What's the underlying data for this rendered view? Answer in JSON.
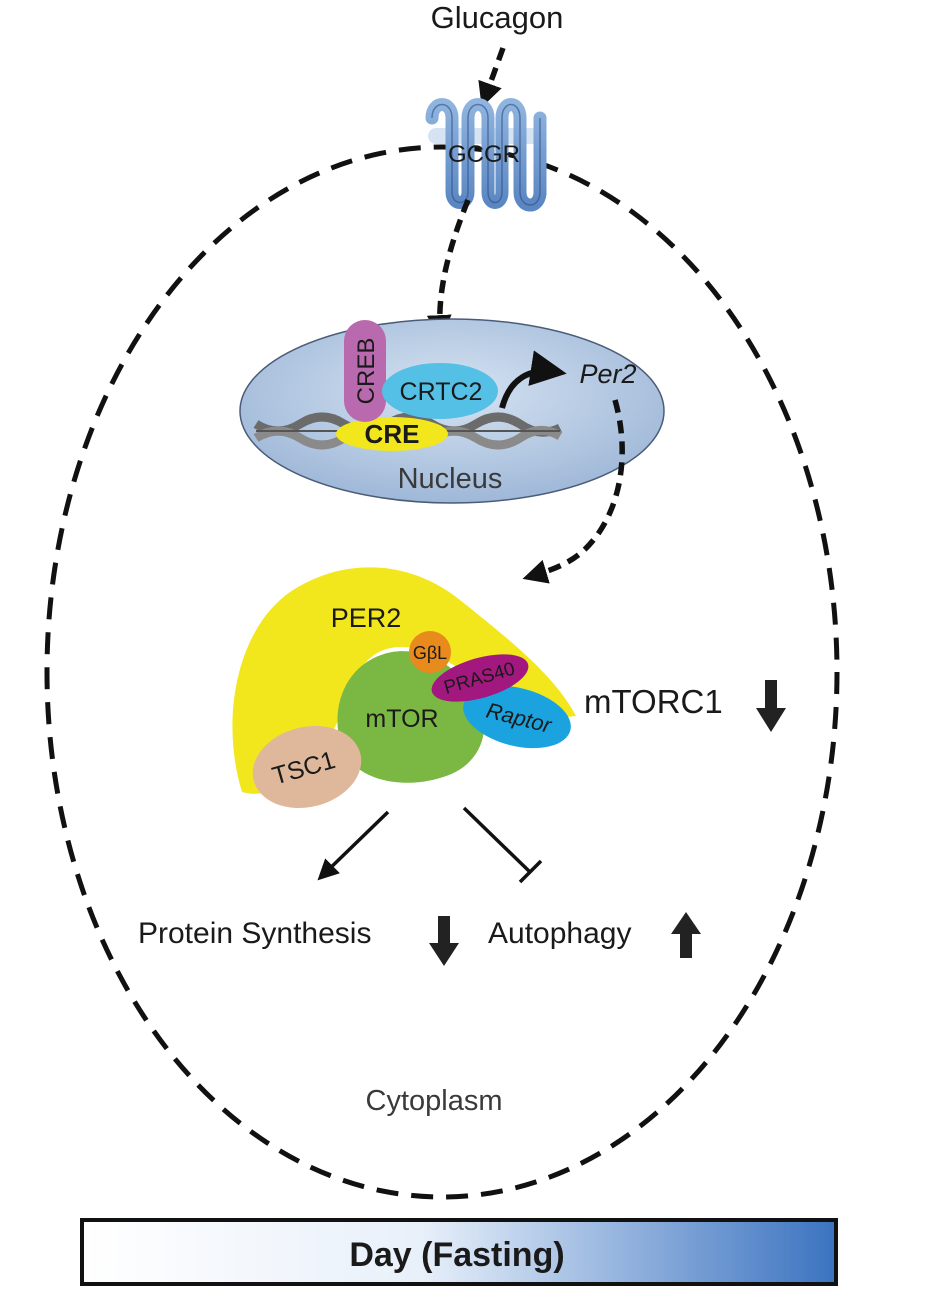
{
  "labels": {
    "glucagon": "Glucagon",
    "gcgr": "GCGR",
    "creb": "CREB",
    "crtc2": "CRTC2",
    "cre": "CRE",
    "per2_gene": "Per2",
    "nucleus": "Nucleus",
    "per2_protein": "PER2",
    "gbl": "GβL",
    "pras40": "PRAS40",
    "mtor": "mTOR",
    "raptor": "Raptor",
    "tsc1": "TSC1",
    "mtorc1": "mTORC1",
    "protein_synthesis": "Protein Synthesis",
    "autophagy": "Autophagy",
    "cytoplasm": "Cytoplasm"
  },
  "banner": {
    "text": "Day (Fasting)"
  },
  "colors": {
    "per2_yellow": "#f2e61c",
    "mtor_green": "#7ab843",
    "raptor_blue": "#1aa3de",
    "pras40_purple": "#a2187e",
    "gbl_orange": "#e98a1c",
    "tsc1_tan": "#dfb89b",
    "creb_purple": "#b96aae",
    "crtc2_blue": "#55c0e6",
    "nucleus_fill": "#b8cde6",
    "banner_gradient_end": "#3b73c0"
  },
  "icons": {
    "receptor": "gcgr-receptor-icon",
    "dna": "dna-helix-icon",
    "arrow_down": "arrow-down-icon",
    "arrow_up": "arrow-up-icon"
  }
}
